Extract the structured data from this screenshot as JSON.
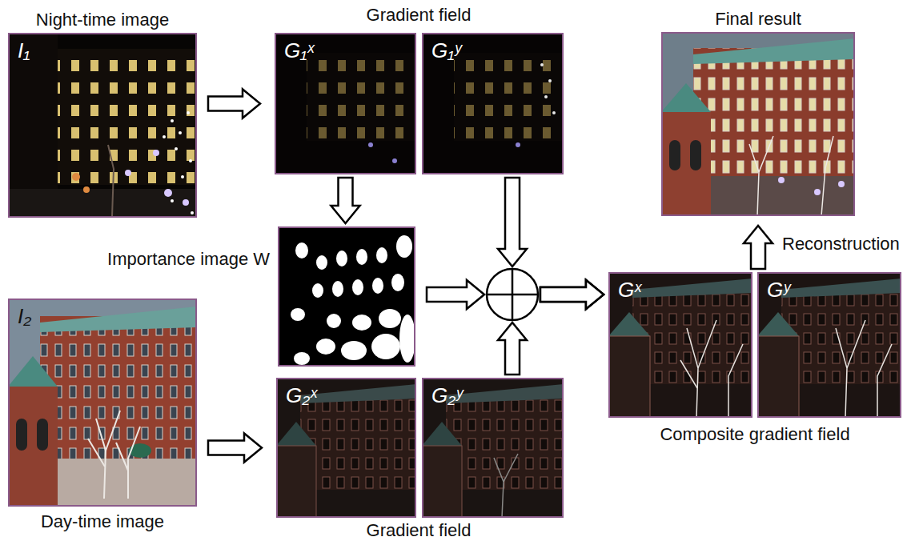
{
  "diagram": {
    "nodes": [
      {
        "text": [
          "Night-time image",
          "I₁"
        ]
      },
      {
        "text": [
          "G₁ˣ"
        ]
      },
      {
        "text": [
          "G₁ʸ"
        ]
      },
      {
        "text": [
          "Importance image W"
        ]
      },
      {
        "text": [
          "I₂",
          "Day-time image"
        ]
      },
      {
        "text": [
          "G₂ˣ"
        ]
      },
      {
        "text": [
          "G₂ʸ"
        ]
      },
      {
        "text": [
          "Gˣ"
        ]
      },
      {
        "text": [
          "Gʸ"
        ]
      },
      {
        "text": [
          "Final result"
        ]
      }
    ],
    "edges": [
      {
        "from": 0,
        "to": 1,
        "arrow": "to"
      },
      {
        "from": 1,
        "to": 3,
        "arrow": "to"
      },
      {
        "from": 3,
        "to": 7,
        "arrow": "to"
      },
      {
        "from": 2,
        "to": 7,
        "arrow": "to"
      },
      {
        "from": 6,
        "to": 7,
        "arrow": "to"
      },
      {
        "from": 4,
        "to": 5,
        "arrow": "to"
      },
      {
        "from": 8,
        "to": 9,
        "label": "Reconstruction",
        "arrow": "to"
      }
    ],
    "labels": [
      "Gradient field",
      "Gradient field",
      "Composite gradient field"
    ]
  }
}
